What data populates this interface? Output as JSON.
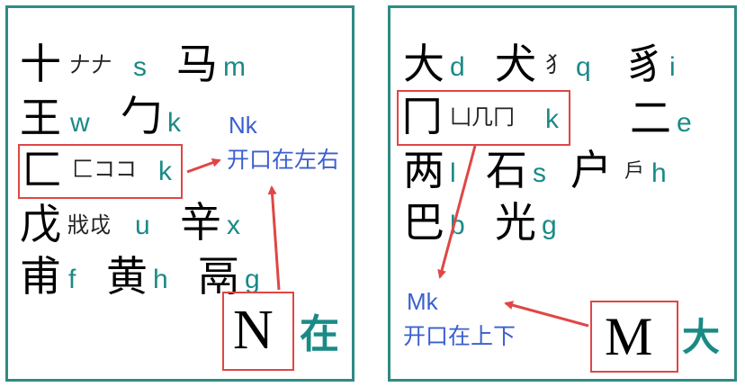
{
  "left": {
    "rows": [
      [
        {
          "hz": "十",
          "var": "𠂇𠂇",
          "code": "s"
        },
        {
          "hz": "马",
          "code": "m"
        }
      ],
      [
        {
          "hz": "王",
          "code": "w"
        },
        {
          "hz": "勹",
          "code": "k"
        }
      ],
      [
        {
          "hz": "匚",
          "var": "匚ココ",
          "code": "k"
        }
      ],
      [
        {
          "hz": "戊",
          "var": "戕戉",
          "code": "u"
        },
        {
          "hz": "辛",
          "code": "x"
        }
      ],
      [
        {
          "hz": "甫",
          "code": "f"
        },
        {
          "hz": "黄",
          "code": "h"
        },
        {
          "hz": "鬲",
          "code": "g"
        }
      ]
    ],
    "note_code": "Nk",
    "note_text": "开口在左右",
    "big_letter": "N",
    "big_char": "在"
  },
  "right": {
    "rows": [
      [
        {
          "hz": "大",
          "code": "d"
        },
        {
          "hz": "犬",
          "var": "犭",
          "code": "q"
        },
        {
          "hz": "豸",
          "code": "i"
        }
      ],
      [
        {
          "hz": "冂",
          "var": "凵几冂",
          "code": "k"
        },
        {
          "hz": "二",
          "code": "e"
        }
      ],
      [
        {
          "hz": "两",
          "code": "l"
        },
        {
          "hz": "石",
          "code": "s"
        },
        {
          "hz": "户",
          "var": "戶",
          "code": "h"
        }
      ],
      [
        {
          "hz": "巴",
          "code": "b"
        },
        {
          "hz": "光",
          "code": "g"
        }
      ]
    ],
    "note_code": "Mk",
    "note_text": "开口在上下",
    "big_letter": "M",
    "big_char": "大"
  },
  "colors": {
    "border": "#2e8b84",
    "code": "#1a8a86",
    "note": "#3a5fcf",
    "highlight": "#e04646"
  }
}
